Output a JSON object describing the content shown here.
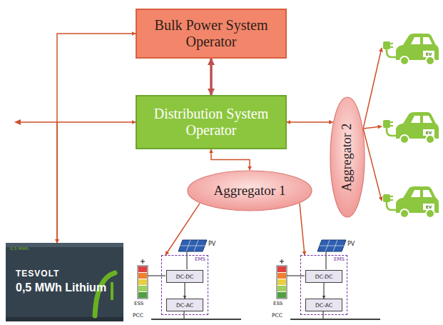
{
  "diagram": {
    "nodes": [
      {
        "text": [
          "Bulk Power System Operator"
        ]
      },
      {
        "text": [
          "Distribution System Operator"
        ]
      },
      {
        "text": [
          "Aggregator 2"
        ]
      },
      {
        "text": [
          "EV"
        ]
      },
      {
        "text": [
          "EV"
        ]
      },
      {
        "text": [
          "EV"
        ]
      },
      {
        "text": [
          "Aggregator 1"
        ]
      },
      {
        "text": [
          "TESVOLT",
          "0,5 MWh Lithium"
        ]
      },
      {
        "text": [
          "EMS"
        ]
      },
      {
        "text": [
          "DC-DC"
        ],
        "in": 8
      },
      {
        "text": [
          "DC-AC"
        ],
        "in": 8
      },
      {
        "text": [
          "EMS"
        ]
      },
      {
        "text": [
          "DC-DC"
        ],
        "in": 11
      },
      {
        "text": [
          "DC-AC"
        ],
        "in": 11
      }
    ],
    "edges": [
      {
        "from": 0,
        "to": 1,
        "arrow": "both"
      },
      {
        "from": 7,
        "to": 0,
        "arrow": "both"
      },
      {
        "from": 7,
        "to": 1,
        "arrow": "both"
      },
      {
        "from": 1,
        "to": 2,
        "arrow": "both"
      },
      {
        "from": 1,
        "to": 6,
        "arrow": "both"
      },
      {
        "from": 2,
        "to": 3,
        "arrow": "to"
      },
      {
        "from": 2,
        "to": 4,
        "arrow": "to"
      },
      {
        "from": 2,
        "to": 5,
        "arrow": "to"
      },
      {
        "from": 6,
        "to": 8,
        "arrow": "to"
      },
      {
        "from": 6,
        "to": 11,
        "arrow": "to"
      },
      {
        "from": 9,
        "to": 10,
        "arrow": "to"
      },
      {
        "from": 12,
        "to": 13,
        "arrow": "to"
      }
    ],
    "labels": [
      "0,5 MWh",
      "PV",
      "ESS",
      "PCC",
      "PV",
      "ESS",
      "PCC"
    ]
  }
}
